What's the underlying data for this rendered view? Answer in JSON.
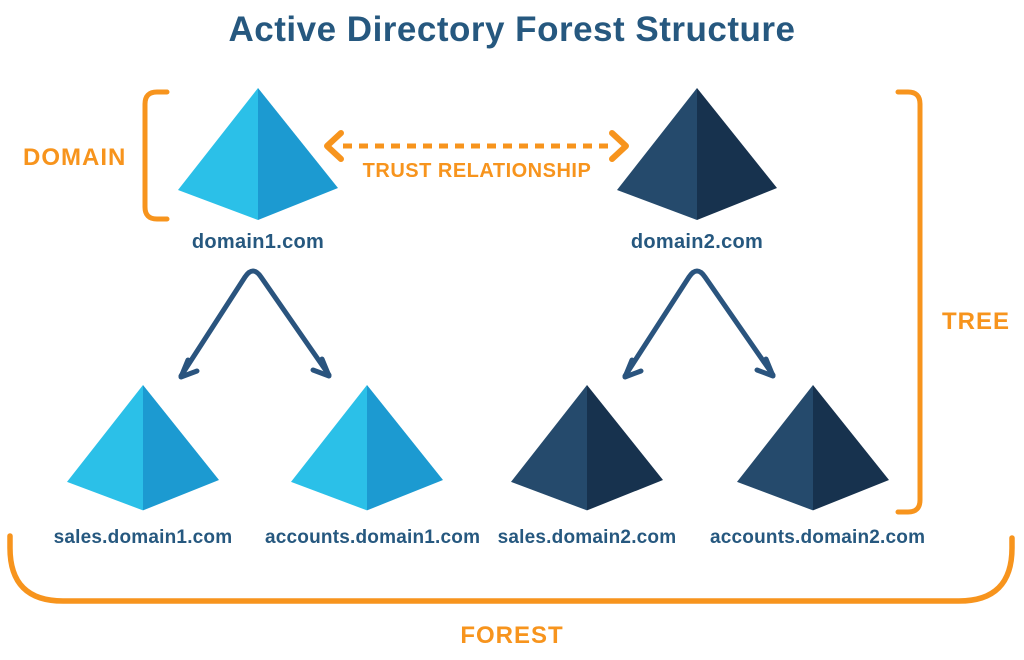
{
  "title": "Active Directory Forest Structure",
  "annotations": {
    "domain": "DOMAIN",
    "trust": "TRUST RELATIONSHIP",
    "tree": "TREE",
    "forest": "FOREST"
  },
  "trees": {
    "tree1": {
      "root": "domain1.com",
      "children": [
        "sales.domain1.com",
        "accounts.domain1.com"
      ],
      "pyramid_style": "light-blue"
    },
    "tree2": {
      "root": "domain2.com",
      "children": [
        "sales.domain2.com",
        "accounts.domain2.com"
      ],
      "pyramid_style": "dark-navy"
    }
  },
  "colors": {
    "orange_accent": "#F7941D",
    "navy_text": "#26587F",
    "arrow_navy": "#2A547E",
    "pyramid_light_left": "#2BC0E8",
    "pyramid_light_right": "#1C9AD1",
    "pyramid_dark_left": "#254A6C",
    "pyramid_dark_right": "#17324E",
    "background": "#FFFFFF"
  }
}
